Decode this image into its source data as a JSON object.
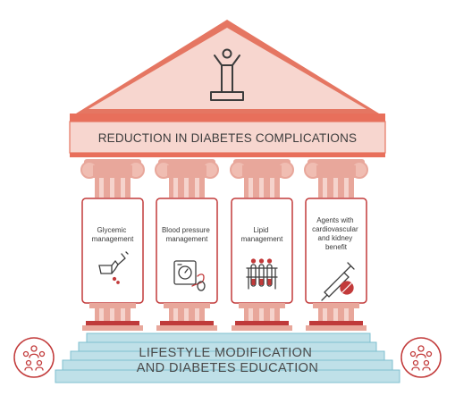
{
  "banner": {
    "label": "REDUCTION IN DIABETES COMPLICATIONS"
  },
  "pillars": [
    {
      "lines": [
        "Glycemic",
        "management"
      ],
      "icon": "glucose-meter-icon"
    },
    {
      "lines": [
        "Blood pressure",
        "management"
      ],
      "icon": "blood-pressure-monitor-icon"
    },
    {
      "lines": [
        "Lipid",
        "management"
      ],
      "icon": "test-tubes-icon"
    },
    {
      "lines": [
        "Agents with",
        "cardiovascular",
        "and kidney",
        "benefit"
      ],
      "icon": "pill-syringe-icon"
    }
  ],
  "foundation": {
    "line1": "LIFESTYLE MODIFICATION",
    "line2": "AND DIABETES EDUCATION"
  },
  "side_icons": [
    "people-group-icon",
    "people-group-icon"
  ],
  "colors": {
    "roof_fill": "#f7d6cf",
    "roof_stroke": "#e57662",
    "banner_fill": "#f7d6cf",
    "stripe": "#e86f5b",
    "column": "#e8a79b",
    "column_light": "#f5d3cc",
    "column_dark": "#bf3a3a",
    "card_border": "#c23a3a",
    "steps_fill": "#bfe0e8",
    "steps_stroke": "#7fbfcf",
    "people_ring": "#c23a3a"
  }
}
